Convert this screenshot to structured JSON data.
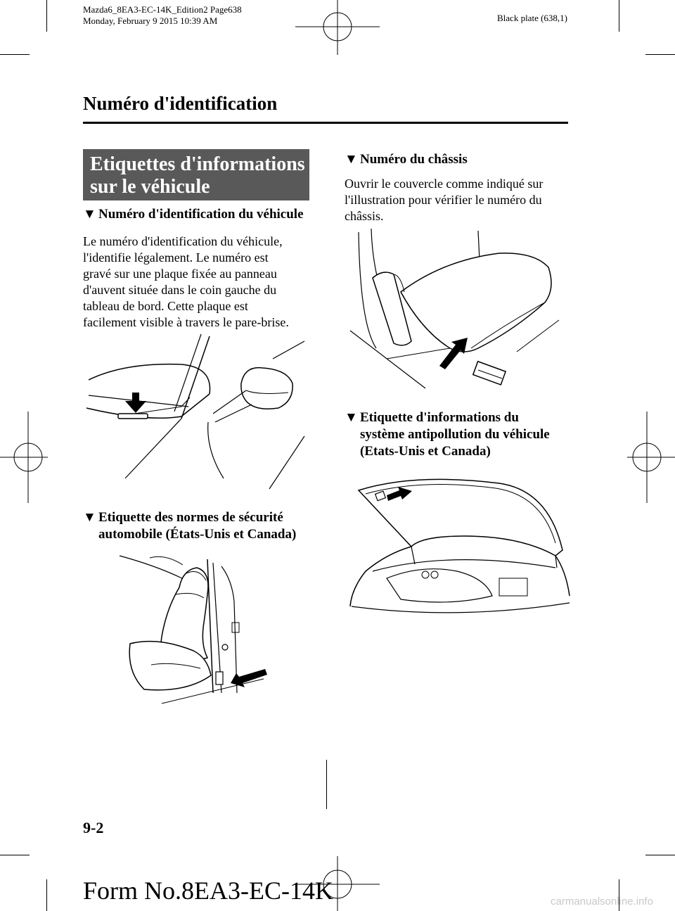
{
  "print_meta": {
    "file_line": "Mazda6_8EA3-EC-14K_Edition2 Page638",
    "date_line": "Monday, February 9 2015 10:39 AM",
    "plate": "Black plate (638,1)"
  },
  "header": {
    "section_title": "Numéro d'identification"
  },
  "banner": {
    "line1": "Etiquettes d'informations",
    "line2": "sur le véhicule"
  },
  "left": {
    "vin": {
      "heading": "Numéro d'identification du véhicule",
      "lines": [
        "Le numéro d'identification du véhicule,",
        "l'identifie légalement. Le numéro est",
        "gravé sur une plaque fixée au panneau",
        "d'auvent située dans le coin gauche du",
        "tableau de bord. Cette plaque est",
        "facilement visible à travers le pare-brise."
      ]
    },
    "safety": {
      "heading_line1": "Etiquette des normes de sécurité",
      "heading_line2": "automobile (États-Unis et Canada)"
    }
  },
  "right": {
    "chassis": {
      "heading": "Numéro du châssis",
      "lines": [
        "Ouvrir le couvercle comme indiqué sur",
        "l'illustration pour vérifier le numéro du",
        "châssis."
      ]
    },
    "emission": {
      "heading_line1": "Etiquette d'informations du",
      "heading_line2": "système antipollution du véhicule",
      "heading_line3": "(Etats-Unis et Canada)"
    }
  },
  "triangle_glyph": "▼",
  "footer": {
    "page_number": "9-2",
    "form_number": "Form No.8EA3-EC-14K",
    "watermark": "carmanualsonline.info"
  }
}
